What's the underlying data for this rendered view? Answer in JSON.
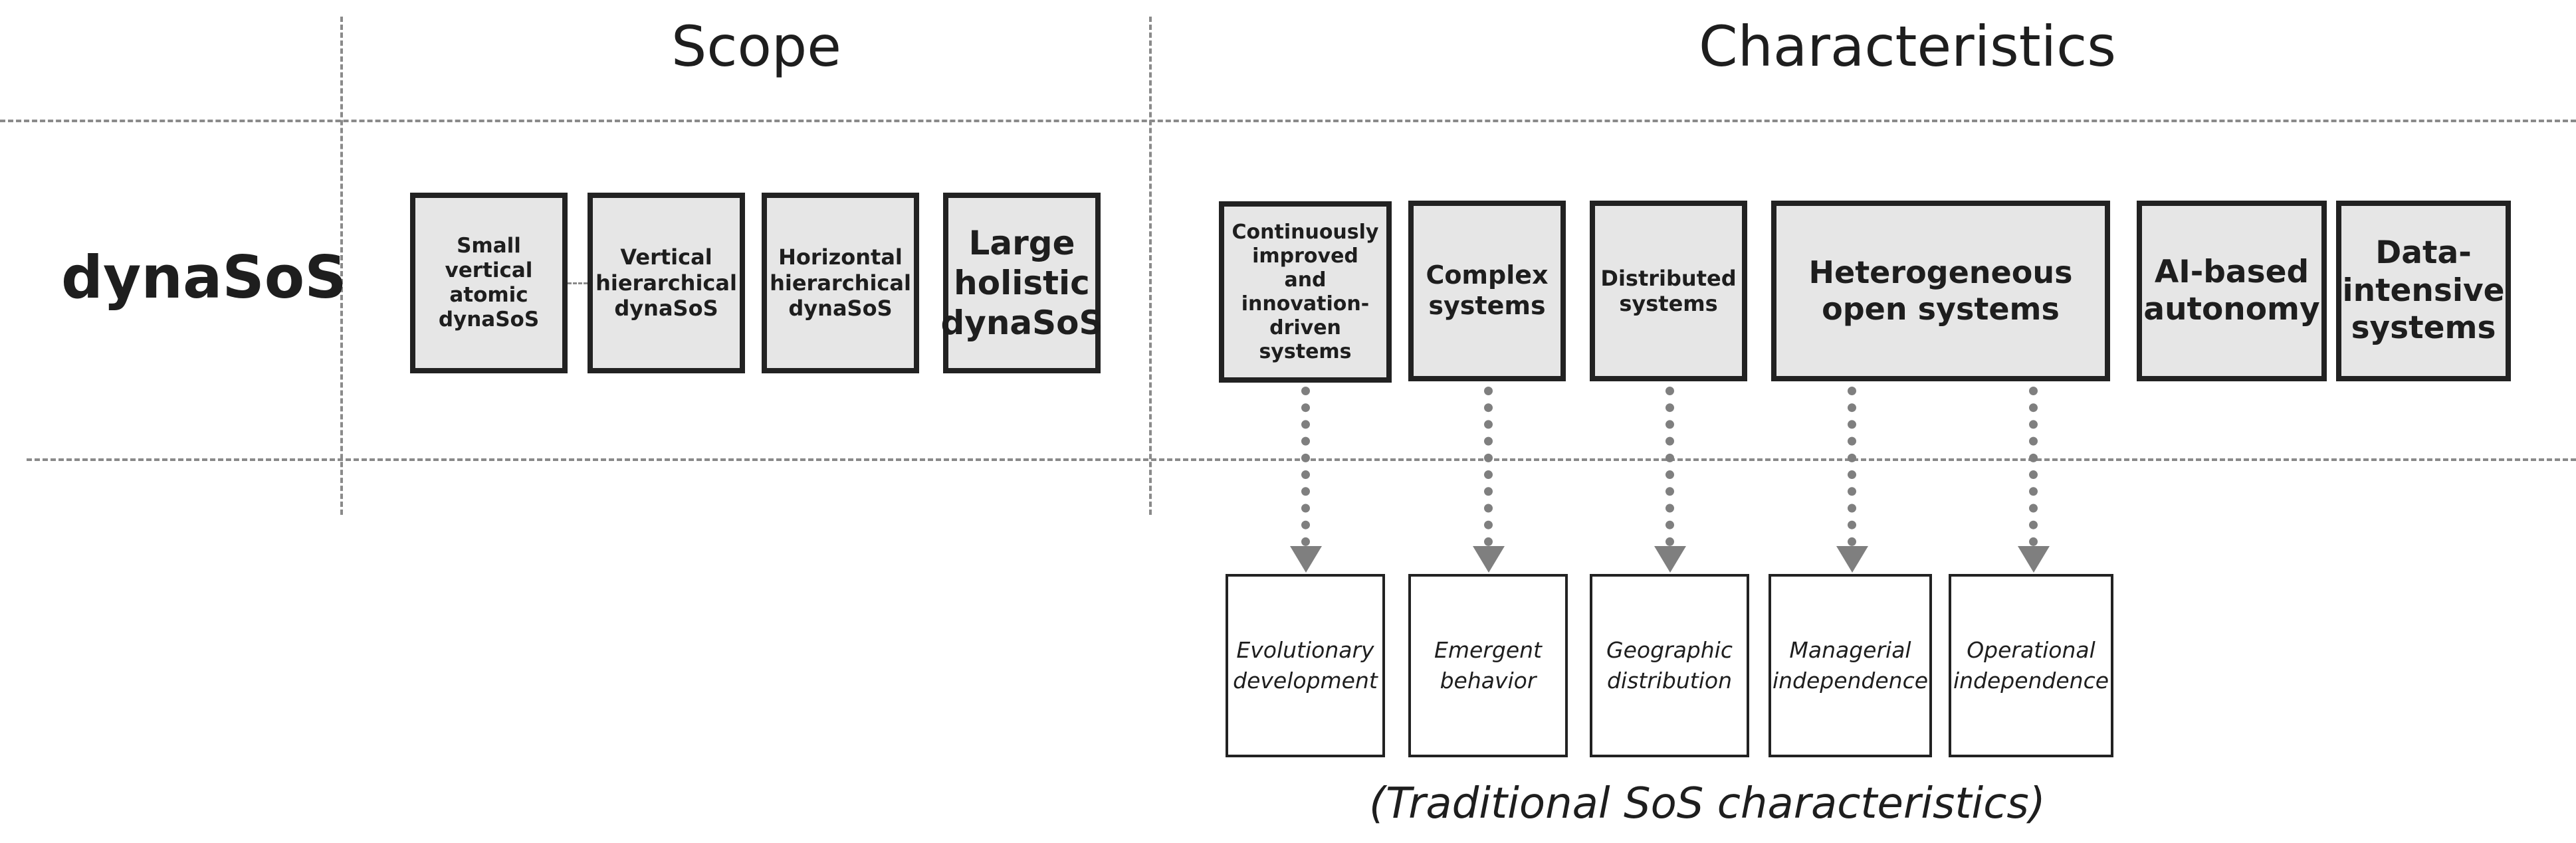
{
  "headers": {
    "scope": "Scope",
    "characteristics": "Characteristics"
  },
  "row_label": "dynaSoS",
  "scope_boxes": [
    "Small\nvertical\natomic\ndynaSoS",
    "Vertical\nhierarchical\ndynaSoS",
    "Horizontal\nhierarchical\ndynaSoS",
    "Large\nholistic\ndynaSoS"
  ],
  "characteristic_boxes": [
    "Continuously\nimproved and\ninnovation-\ndriven\nsystems",
    "Complex\nsystems",
    "Distributed\nsystems",
    "Heterogeneous\nopen systems",
    "AI-based\nautonomy",
    "Data-\nintensive\nsystems"
  ],
  "traditional_boxes": [
    "Evolutionary\ndevelopment",
    "Emergent\nbehavior",
    "Geographic\ndistribution",
    "Managerial\nindependence",
    "Operational\nindependence"
  ],
  "caption": "(Traditional SoS characteristics)",
  "colors": {
    "box_fill": "#e6e6e6",
    "box_border": "#222222",
    "dashed_line": "#8a8a8a",
    "arrow": "#7f7f7f"
  }
}
